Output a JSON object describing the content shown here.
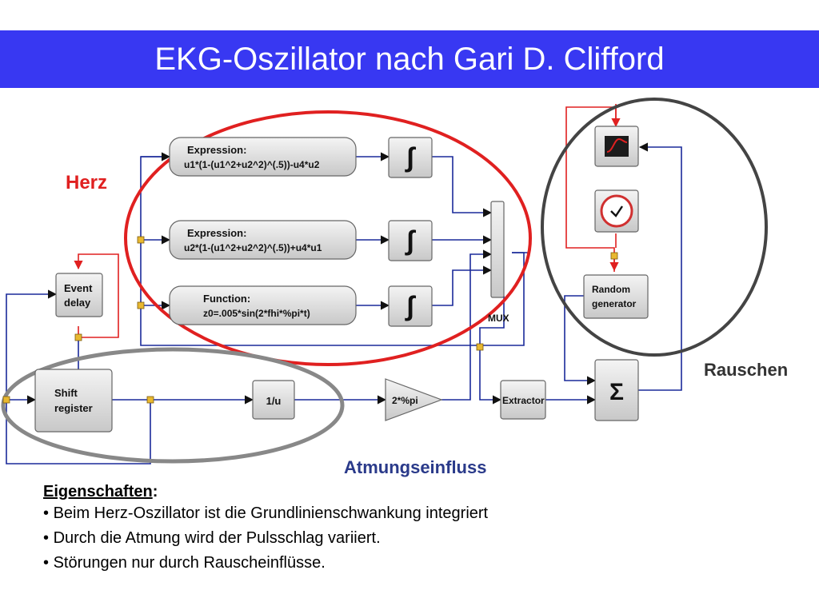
{
  "slide": {
    "title": "EKG-Oszillator nach Gari D. Clifford"
  },
  "groups": {
    "herz": "Herz",
    "rauschen": "Rauschen",
    "atmung": "Atmungseinfluss"
  },
  "blocks": {
    "expr1": {
      "line1": "Expression:",
      "line2": "u1*(1-(u1^2+u2^2)^(.5))-u4*u2"
    },
    "expr2": {
      "line1": "Expression:",
      "line2": "u2*(1-(u1^2+u2^2)^(.5))+u4*u1"
    },
    "func": {
      "line1": "Function:",
      "line2": "z0=.005*sin(2*fhi*%pi*t)"
    },
    "event_delay": {
      "line1": "Event",
      "line2": "delay"
    },
    "shift_register": {
      "line1": "Shift",
      "line2": "register"
    },
    "inverse": "1/u",
    "gain": "2*%pi",
    "mux": "MUX",
    "extractor": "Extractor",
    "random_generator": {
      "line1": "Random",
      "line2": "generator"
    },
    "sum_symbol": "Σ",
    "integral_symbol": "∫"
  },
  "properties": {
    "heading": "Eigenschaften",
    "heading_suffix": ":",
    "items": [
      "Beim Herz-Oszillator ist die Grundlinienschwankung integriert",
      "Durch die Atmung wird der Pulsschlag variiert.",
      "Störungen nur durch Rauscheinflüsse."
    ]
  },
  "colors": {
    "title_bar": "#3838f2",
    "signal_line": "#1a2a9a",
    "event_line": "#e02020",
    "herz_ellipse": "#e02020",
    "gray_ellipse": "#777777",
    "port": "#e8b830"
  }
}
